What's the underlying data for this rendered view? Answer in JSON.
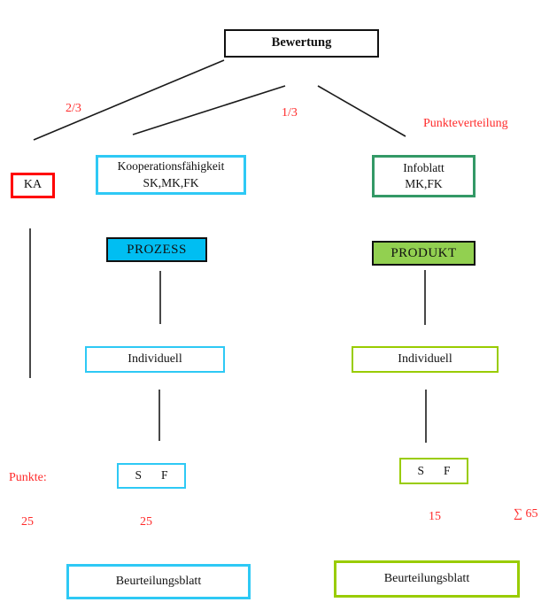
{
  "diagram": {
    "root": {
      "label": "Bewertung"
    },
    "edge_labels": {
      "left_fraction": "2/3",
      "right_fraction": "1/3",
      "points_distribution": "Punkteverteilung"
    },
    "nodes": {
      "ka": {
        "label": "KA"
      },
      "kooperationsfaehigkeit": {
        "line1": "Kooperationsfähigkeit",
        "line2": "SK,MK,FK"
      },
      "infoblatt": {
        "line1": "Infoblatt",
        "line2": "MK,FK"
      },
      "prozess": {
        "label": "PROZESS"
      },
      "produkt": {
        "label": "PRODUKT"
      },
      "individuell_left": {
        "label": "Individuell"
      },
      "individuell_right": {
        "label": "Individuell"
      },
      "sf_left": {
        "s": "S",
        "f": "F"
      },
      "sf_right": {
        "s": "S",
        "f": "F"
      },
      "beurteilungsblatt_left": {
        "label": "Beurteilungsblatt"
      },
      "beurteilungsblatt_right": {
        "label": "Beurteilungsblatt"
      }
    },
    "points": {
      "label": "Punkte:",
      "ka_points": "25",
      "prozess_points": "25",
      "produkt_points": "15",
      "sum": "∑ 65"
    },
    "colors": {
      "red": "#ff0000",
      "red_text": "#ff2b2b",
      "cyan": "#2ec9f5",
      "cyan_fill": "#00bef2",
      "green_fill": "#92d050",
      "green_border": "#99cc00",
      "sea_green": "#339966",
      "line_black": "#1a1a1a"
    }
  }
}
